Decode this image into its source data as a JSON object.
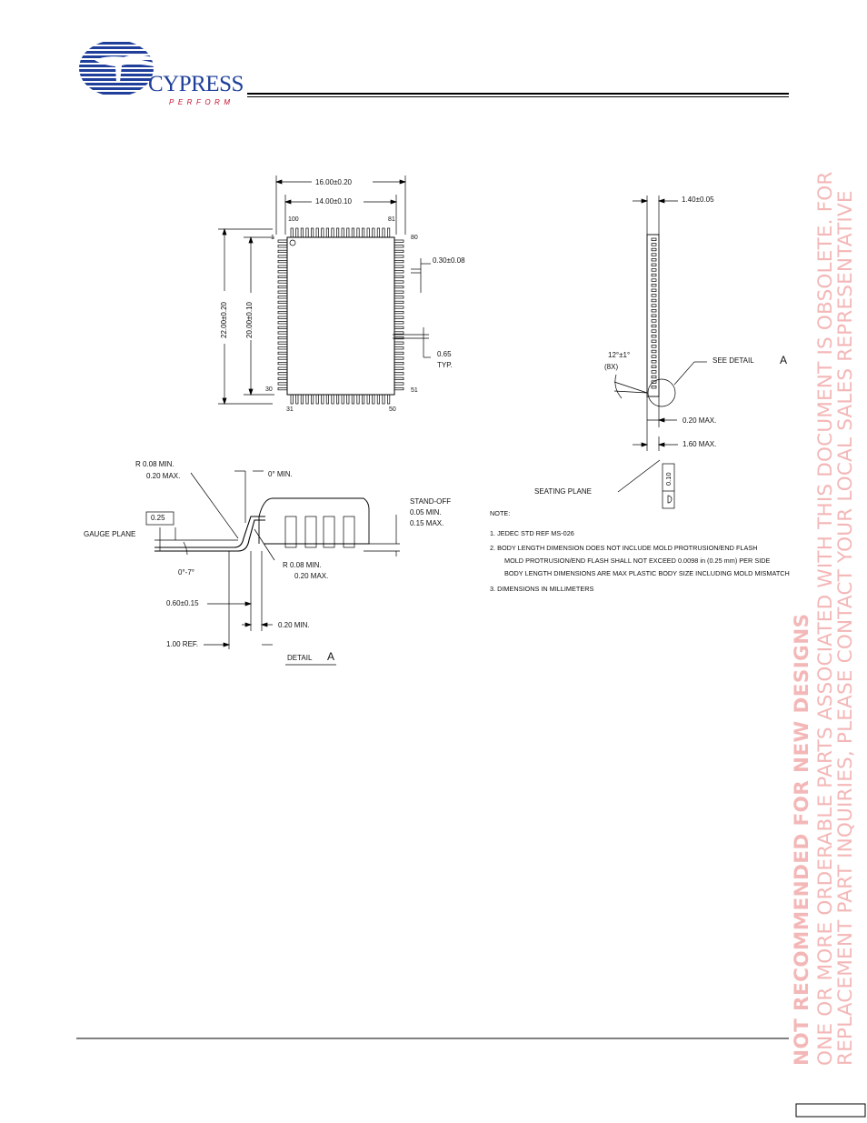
{
  "header": {
    "brand": "CYPRESS",
    "tagline": "PERFORM"
  },
  "top_view": {
    "width_outer": "16.00±0.20",
    "width_body": "14.00±0.10",
    "height_outer": "22.00±0.20",
    "height_body": "20.00±0.10",
    "pin_100": "100",
    "pin_81": "81",
    "pin_1": "1",
    "pin_80": "80",
    "pin_30": "30",
    "pin_51": "51",
    "pin_31": "31",
    "pin_50": "50",
    "lead_width": "0.30±0.08",
    "pitch": "0.65",
    "pitch_typ": "TYP."
  },
  "side_view": {
    "thickness": "1.40±0.05",
    "angle": "12°±1°",
    "angle_count": "(8X)",
    "see_detail": "SEE DETAIL",
    "detail_letter": "A",
    "standoff_max": "0.20 MAX.",
    "height_max": "1.60 MAX.",
    "seating_plane": "SEATING PLANE",
    "coplanarity": "0.10"
  },
  "detail_a": {
    "radius_outer_1": "R 0.08 MIN.",
    "radius_outer_2": "0.20 MAX.",
    "angle_min": "0° MIN.",
    "gauge": "0.25",
    "gauge_plane": "GAUGE PLANE",
    "foot_angle": "0°-7°",
    "radius_inner_1": "R 0.08 MIN.",
    "radius_inner_2": "0.20 MAX.",
    "standoff_1": "STAND-OFF",
    "standoff_2": "0.05 MIN.",
    "standoff_3": "0.15 MAX.",
    "foot_length": "0.60±0.15",
    "foot_min": "0.20 MIN.",
    "lead_ref": "1.00 REF.",
    "caption": "DETAIL",
    "caption_letter": "A"
  },
  "notes": {
    "title": "NOTE:",
    "n1": "1. JEDEC STD REF MS-026",
    "n2a": "2. BODY LENGTH DIMENSION DOES NOT INCLUDE MOLD PROTRUSION/END FLASH",
    "n2b": "MOLD PROTRUSION/END FLASH SHALL NOT EXCEED 0.0098 in (0.25 mm) PER SIDE",
    "n2c": "BODY LENGTH DIMENSIONS ARE MAX PLASTIC BODY SIZE INCLUDING MOLD MISMATCH",
    "n3": "3. DIMENSIONS IN MILLIMETERS"
  },
  "watermark": {
    "line1": "NOT RECOMMENDED FOR NEW DESIGNS",
    "line2": "ONE OR MORE ORDERABLE PARTS ASSOCIATED WITH THIS DOCUMENT IS OBSOLETE. FOR",
    "line3": "REPLACEMENT PART INQUIRIES, PLEASE CONTACT YOUR LOCAL SALES REPRESENTATIVE"
  },
  "colors": {
    "brand_blue": "#1f3f9a",
    "brand_red": "#c8102e",
    "watermark": "#f4b7b7"
  }
}
